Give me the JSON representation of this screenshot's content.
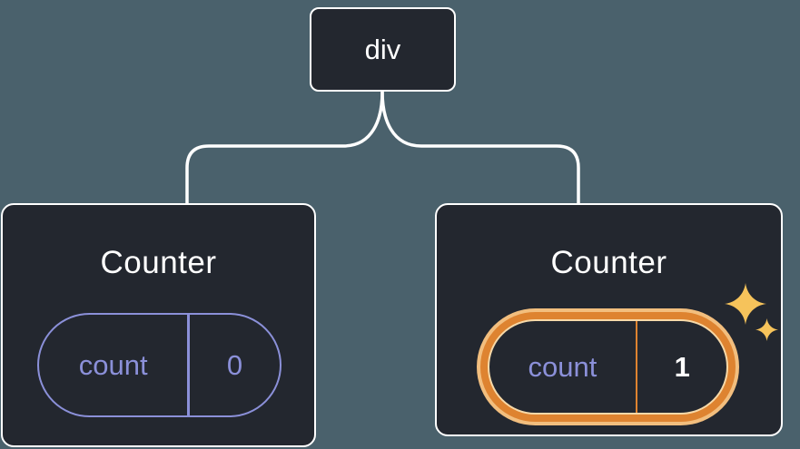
{
  "diagram": {
    "root": {
      "label": "div"
    },
    "children": [
      {
        "title": "Counter",
        "state": {
          "label": "count",
          "value": "0"
        },
        "highlighted": false
      },
      {
        "title": "Counter",
        "state": {
          "label": "count",
          "value": "1"
        },
        "highlighted": true
      }
    ]
  },
  "colors": {
    "background": "#4A616C",
    "node_background": "#23272F",
    "node_border": "#FFFFFF",
    "state_accent_purple": "#8B90D9",
    "highlight_ring_orange": "#DE8330",
    "highlight_ring_light": "#F2BE7E",
    "highlight_value_text": "#FFFFFF",
    "sparkle_gold": "#F6C35B",
    "connector_line": "#FFFFFF"
  }
}
